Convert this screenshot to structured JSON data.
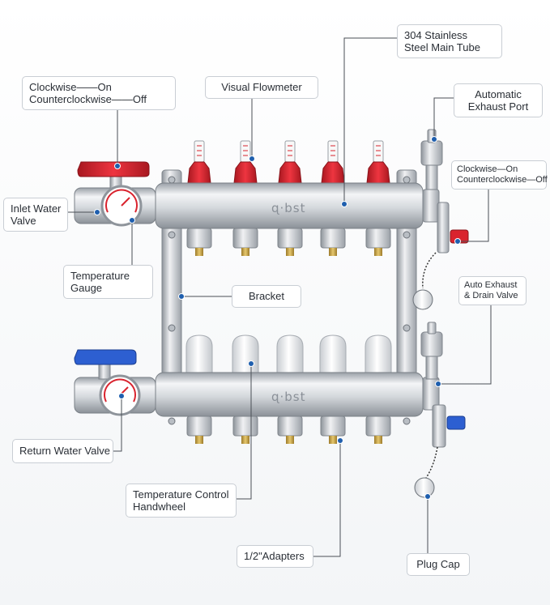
{
  "brand": {
    "logo_text": "ɋ·bst"
  },
  "colors": {
    "steel_light": "#f1f2f4",
    "steel_mid": "#c9cdd2",
    "steel_dark": "#8e949b",
    "brass": "#c8a44a",
    "valve_red": "#d9232e",
    "valve_blue": "#2d5fd1",
    "handwheel_white": "#f4f5f6",
    "line": "#4a4f56",
    "dot": "#1f5fae"
  },
  "labels": {
    "main_tube": {
      "line1": "304 Stainless",
      "line2": "Steel Main Tube"
    },
    "inlet_rotation": {
      "line1": "Clockwise——On",
      "line2": "Counterclockwise——Off"
    },
    "flowmeter": {
      "text": "Visual Flowmeter"
    },
    "exhaust_port": {
      "line1": "Automatic",
      "line2": "Exhaust Port"
    },
    "drain_rotation": {
      "line1": "Clockwise—On",
      "line2": "Counterclockwise—Off"
    },
    "inlet_valve": {
      "line1": "Inlet Water",
      "line2": "Valve"
    },
    "temp_gauge": {
      "line1": "Temperature",
      "line2": "Gauge"
    },
    "bracket": {
      "text": "Bracket"
    },
    "exhaust_drain": {
      "line1": "Auto Exhaust",
      "line2": "& Drain Valve"
    },
    "return_valve": {
      "text": "Return Water Valve"
    },
    "handwheel": {
      "line1": "Temperature Control",
      "line2": "Handwheel"
    },
    "adapters": {
      "text": "1/2\"Adapters"
    },
    "plug_cap": {
      "text": "Plug Cap"
    }
  }
}
